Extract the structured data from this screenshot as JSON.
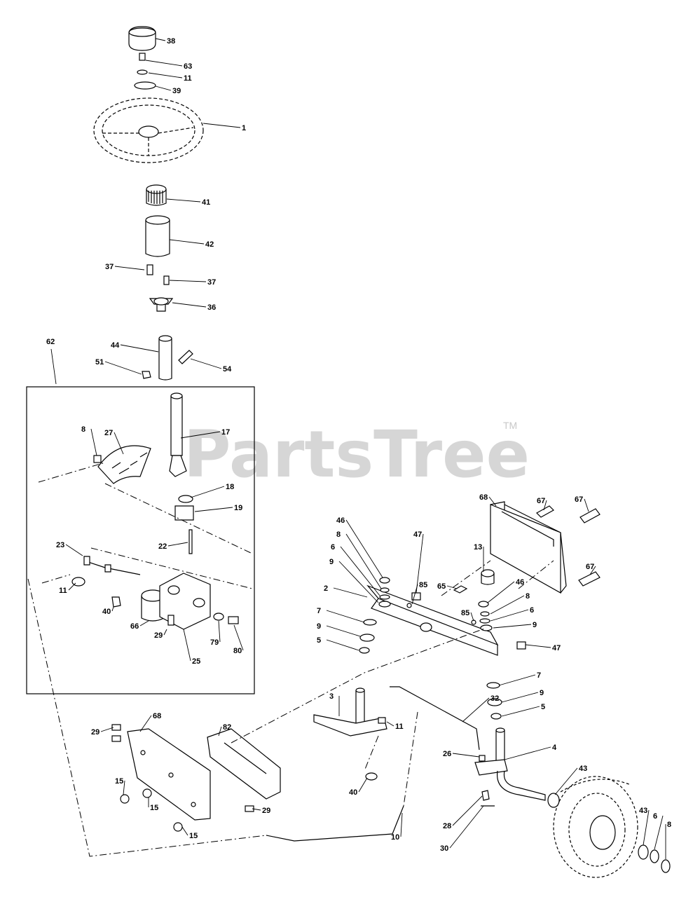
{
  "watermark": {
    "brand": "PartsTree",
    "trademark": "TM"
  },
  "callouts": [
    {
      "id": "c38",
      "text": "38"
    },
    {
      "id": "c63",
      "text": "63"
    },
    {
      "id": "c11a",
      "text": "11"
    },
    {
      "id": "c39",
      "text": "39"
    },
    {
      "id": "c1",
      "text": "1"
    },
    {
      "id": "c41",
      "text": "41"
    },
    {
      "id": "c42",
      "text": "42"
    },
    {
      "id": "c37a",
      "text": "37"
    },
    {
      "id": "c37b",
      "text": "37"
    },
    {
      "id": "c36",
      "text": "36"
    },
    {
      "id": "c62",
      "text": "62"
    },
    {
      "id": "c44",
      "text": "44"
    },
    {
      "id": "c51",
      "text": "51"
    },
    {
      "id": "c54",
      "text": "54"
    },
    {
      "id": "c17",
      "text": "17"
    },
    {
      "id": "c8a",
      "text": "8"
    },
    {
      "id": "c27",
      "text": "27"
    },
    {
      "id": "c18",
      "text": "18"
    },
    {
      "id": "c19",
      "text": "19"
    },
    {
      "id": "c23",
      "text": "23"
    },
    {
      "id": "c22",
      "text": "22"
    },
    {
      "id": "c11b",
      "text": "11"
    },
    {
      "id": "c40a",
      "text": "40"
    },
    {
      "id": "c66",
      "text": "66"
    },
    {
      "id": "c29a",
      "text": "29"
    },
    {
      "id": "c25",
      "text": "25"
    },
    {
      "id": "c79",
      "text": "79"
    },
    {
      "id": "c80",
      "text": "80"
    },
    {
      "id": "c68a",
      "text": "68"
    },
    {
      "id": "c67a",
      "text": "67"
    },
    {
      "id": "c67b",
      "text": "67"
    },
    {
      "id": "c67c",
      "text": "67"
    },
    {
      "id": "c46a",
      "text": "46"
    },
    {
      "id": "c47a",
      "text": "47"
    },
    {
      "id": "c8b",
      "text": "8"
    },
    {
      "id": "c6a",
      "text": "6"
    },
    {
      "id": "c9a",
      "text": "9"
    },
    {
      "id": "c13",
      "text": "13"
    },
    {
      "id": "c65",
      "text": "65"
    },
    {
      "id": "c85a",
      "text": "85"
    },
    {
      "id": "c2",
      "text": "2"
    },
    {
      "id": "c46b",
      "text": "46"
    },
    {
      "id": "c8c",
      "text": "8"
    },
    {
      "id": "c6b",
      "text": "6"
    },
    {
      "id": "c85b",
      "text": "85"
    },
    {
      "id": "c9b",
      "text": "9"
    },
    {
      "id": "c7a",
      "text": "7"
    },
    {
      "id": "c9c",
      "text": "9"
    },
    {
      "id": "c5a",
      "text": "5"
    },
    {
      "id": "c47b",
      "text": "47"
    },
    {
      "id": "c7b",
      "text": "7"
    },
    {
      "id": "c9d",
      "text": "9"
    },
    {
      "id": "c5b",
      "text": "5"
    },
    {
      "id": "c3",
      "text": "3"
    },
    {
      "id": "c11c",
      "text": "11"
    },
    {
      "id": "c32",
      "text": "32"
    },
    {
      "id": "c29b",
      "text": "29"
    },
    {
      "id": "c68b",
      "text": "68"
    },
    {
      "id": "c82",
      "text": "82"
    },
    {
      "id": "c26",
      "text": "26"
    },
    {
      "id": "c4",
      "text": "4"
    },
    {
      "id": "c15a",
      "text": "15"
    },
    {
      "id": "c15b",
      "text": "15"
    },
    {
      "id": "c40b",
      "text": "40"
    },
    {
      "id": "c29c",
      "text": "29"
    },
    {
      "id": "c43a",
      "text": "43"
    },
    {
      "id": "c28",
      "text": "28"
    },
    {
      "id": "c43b",
      "text": "43"
    },
    {
      "id": "c6c",
      "text": "6"
    },
    {
      "id": "c8d",
      "text": "8"
    },
    {
      "id": "c15c",
      "text": "15"
    },
    {
      "id": "c10",
      "text": "10"
    },
    {
      "id": "c30",
      "text": "30"
    }
  ]
}
